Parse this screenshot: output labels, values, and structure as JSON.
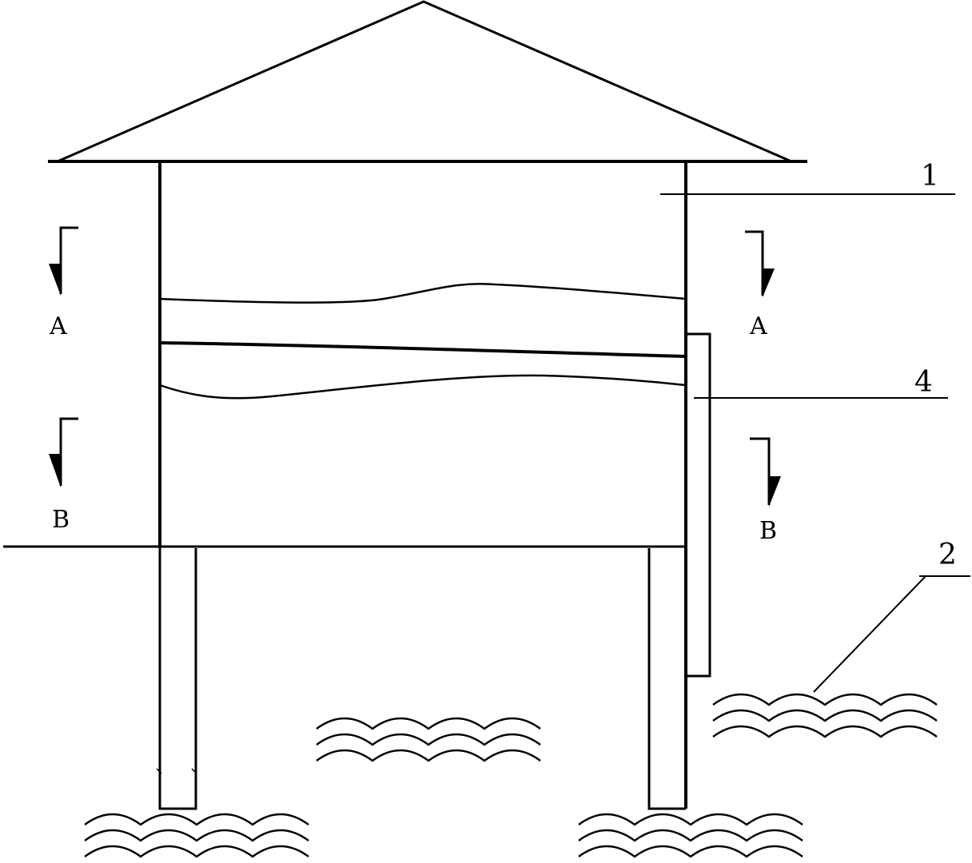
{
  "labels": {
    "part_1": "1",
    "part_2": "2",
    "part_4": "4",
    "section_a_left": "A",
    "section_a_right": "A",
    "section_b_left": "B",
    "section_b_right": "B"
  }
}
